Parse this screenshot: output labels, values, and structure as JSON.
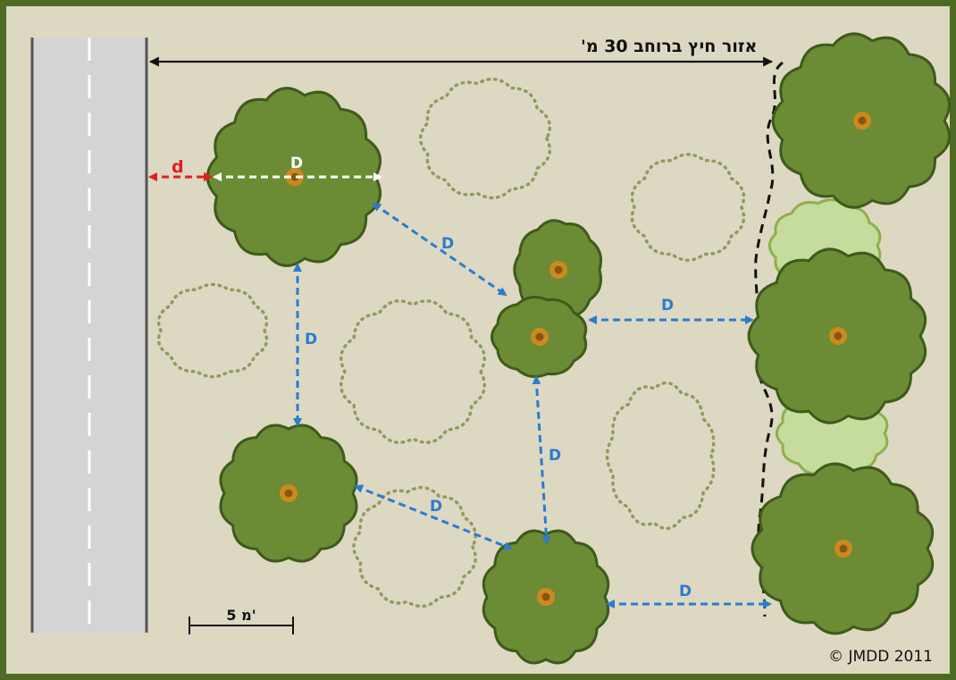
{
  "title": "אזור חיץ ברוחב 30 מ'",
  "scale_label": "5 מ'",
  "copyright": "© JMDD 2011",
  "labels": {
    "d": "d",
    "D": "D"
  },
  "colors": {
    "frame": "#4d6b22",
    "background": "#ddd8c2",
    "road": "#d4d4d4",
    "tree_fill": "#6b8c35",
    "tree_stroke": "#3f5a1c",
    "tree_light_fill": "#c5dc9c",
    "tree_light_stroke": "#8fb04e",
    "shrub_dotted": "#8e9c5c",
    "trunk": "#cc8a1e",
    "trunk_core": "#8a5412",
    "arrow_blue": "#2c7bd0",
    "arrow_red": "#e02020",
    "arrow_white": "#ffffff"
  }
}
